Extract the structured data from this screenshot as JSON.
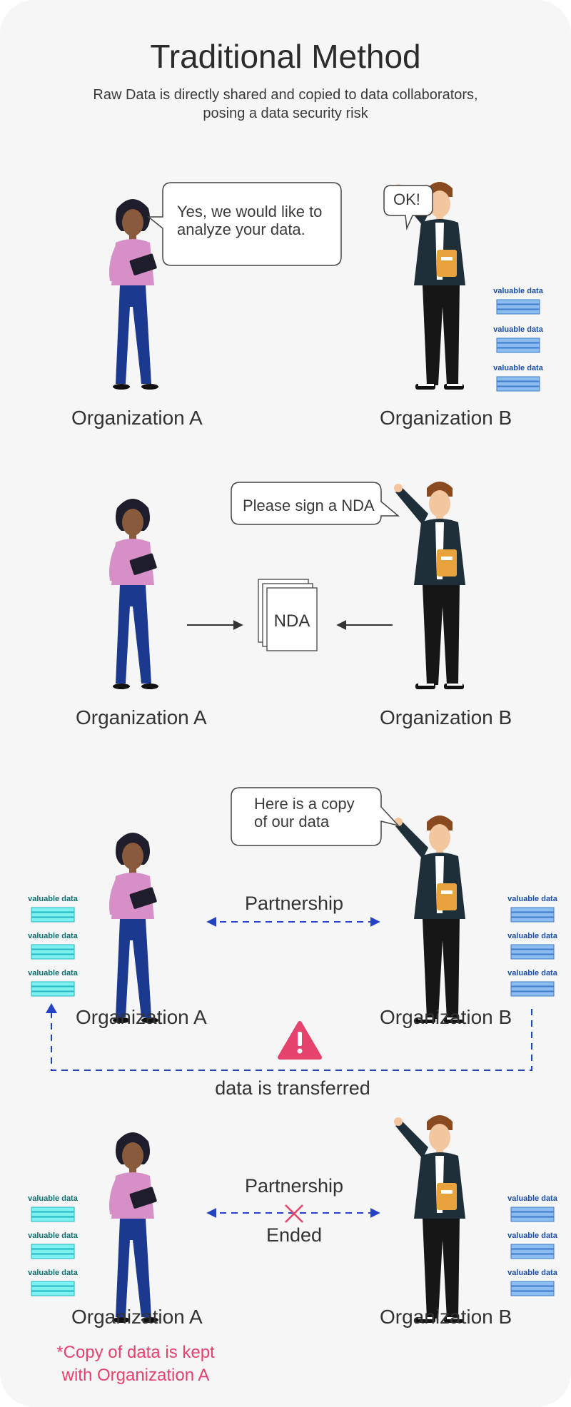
{
  "title": "Traditional Method",
  "subtitle_line1": "Raw Data is directly shared and copied to data collaborators,",
  "subtitle_line2": "posing a data security risk",
  "stack_label": "valuable data",
  "colors": {
    "accent_pink": "#e5426d",
    "arrow_blue": "#2343c4",
    "stack_blue": "#6fa8e4",
    "stack_cyan": "#3fd6d9"
  },
  "scenes": [
    {
      "bubble": {
        "line1": "Yes, we would like to",
        "line2": "analyze your data."
      },
      "bubble_b": "OK!",
      "org_a": "Organization A",
      "org_b": "Organization B"
    },
    {
      "bubble": "Please sign a NDA",
      "document": "NDA",
      "org_a": "Organization A",
      "org_b": "Organization B"
    },
    {
      "bubble": {
        "line1": "Here is a copy",
        "line2": "of our data"
      },
      "partnership": "Partnership",
      "transfer": "data is transferred",
      "org_a": "Organization A",
      "org_b": "Organization B"
    },
    {
      "partnership": "Partnership",
      "ended": "Ended",
      "org_a": "Organization A",
      "org_b": "Organization B",
      "note_line1": "*Copy of data is kept",
      "note_line2": "with Organization A"
    }
  ]
}
